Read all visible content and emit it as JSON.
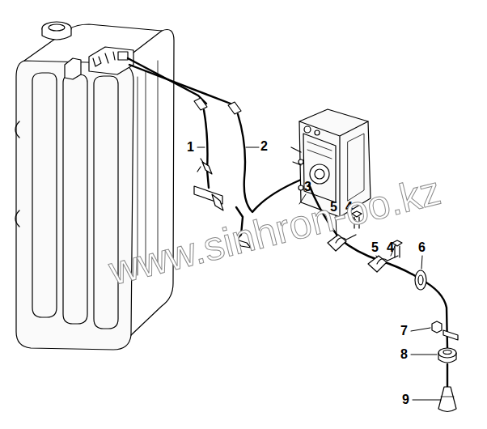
{
  "diagram": {
    "labels": [
      "1",
      "2",
      "3",
      "5",
      "4",
      "5",
      "4",
      "6",
      "7",
      "8",
      "9",
      "www.sinhron-oo.kz"
    ]
  }
}
